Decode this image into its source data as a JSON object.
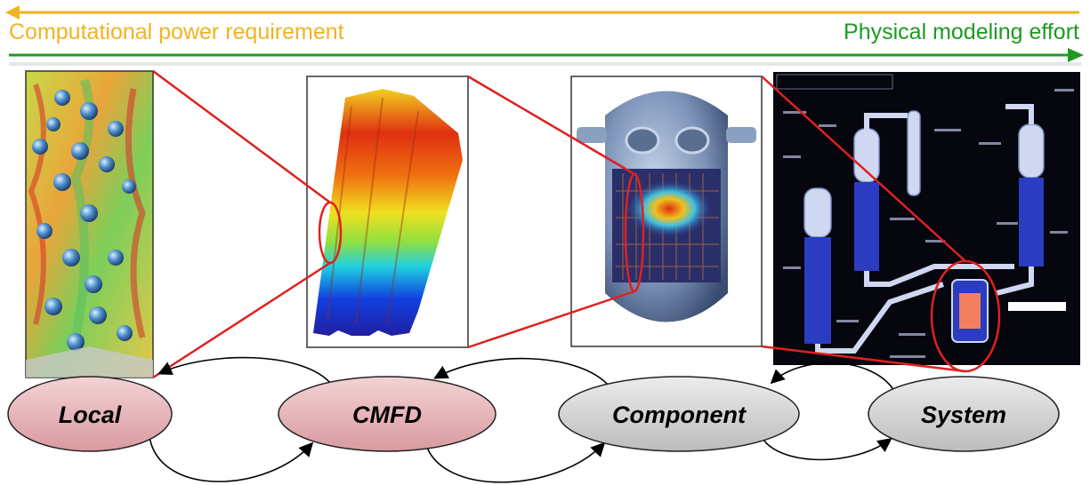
{
  "top_arrows": {
    "left_label": "Computational power requirement",
    "right_label": "Physical modeling effort",
    "left_color": "#f0b323",
    "right_color": "#1e9a22"
  },
  "scales": [
    {
      "label": "Local",
      "fill": "#e7b9bc"
    },
    {
      "label": "CMFD",
      "fill": "#e7b9bc"
    },
    {
      "label": "Component",
      "fill": "#d6d6d6"
    },
    {
      "label": "System",
      "fill": "#d6d6d6"
    }
  ],
  "panels": [
    {
      "name": "local-bubbly-flow-image"
    },
    {
      "name": "cmfd-rod-bundle-image"
    },
    {
      "name": "component-pressure-vessel-image"
    },
    {
      "name": "system-plant-schematic-image"
    }
  ],
  "zoom_color": "#e02020"
}
